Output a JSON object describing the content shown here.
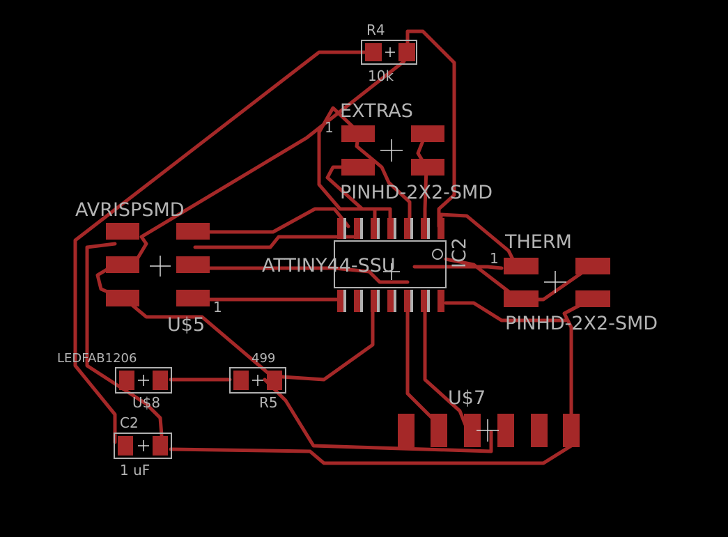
{
  "board": {
    "background_color": "#000000",
    "copper_color": "#a52828",
    "silk_color": "#b4b4b4"
  },
  "components": {
    "r4": {
      "name": "R4",
      "value": "10k"
    },
    "extras": {
      "name": "EXTRAS",
      "value": "PINHD-2X2-SMD",
      "pin1": "1"
    },
    "avrisp": {
      "name": "AVRISPSMD",
      "value": "U$5",
      "pin1": "1"
    },
    "mcu": {
      "name": "ATTINY44-SSU",
      "value": "IC2"
    },
    "therm": {
      "name": "THERM",
      "value": "PINHD-2X2-SMD",
      "pin1": "1"
    },
    "led": {
      "name": "LEDFAB1206",
      "value": "U$8"
    },
    "r5": {
      "name": "R5",
      "value": "499"
    },
    "c2": {
      "name": "C2",
      "value": "1 uF"
    },
    "ftdi": {
      "name": "U$7"
    }
  }
}
